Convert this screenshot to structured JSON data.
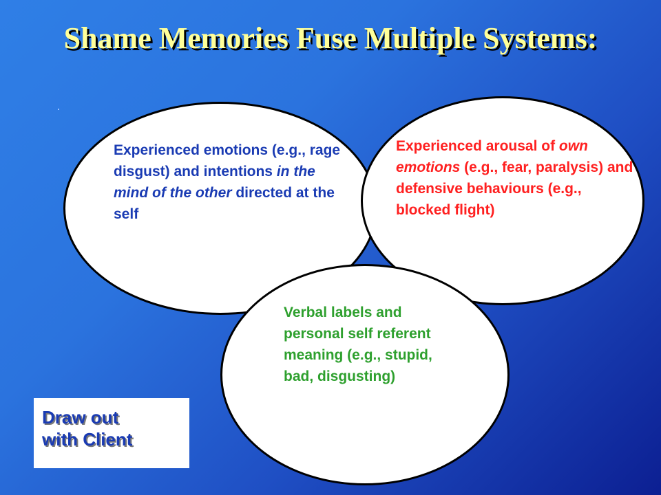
{
  "slide": {
    "title": "Shame Memories Fuse Multiple Systems:",
    "colors": {
      "title": "#ffff99",
      "left_text": "#1a3bb3",
      "right_text": "#ff2020",
      "bottom_text": "#2ea02e",
      "note_text": "#1a3bb3"
    },
    "systems": {
      "left": {
        "part1": "Experienced emotions (e.g., rage disgust) and intentions ",
        "italic1": "in the mind of the other",
        "part2": " directed at the self"
      },
      "right": {
        "part1": "Experienced arousal of ",
        "italic1": "own emotions",
        "part2": " (e.g., fear, paralysis) and defensive behaviours (e.g., blocked flight)"
      },
      "bottom": {
        "text": "Verbal labels and personal self referent meaning (e.g., stupid, bad, disgusting)"
      }
    },
    "note": {
      "line1": "Draw out",
      "line2": "with Client"
    }
  }
}
